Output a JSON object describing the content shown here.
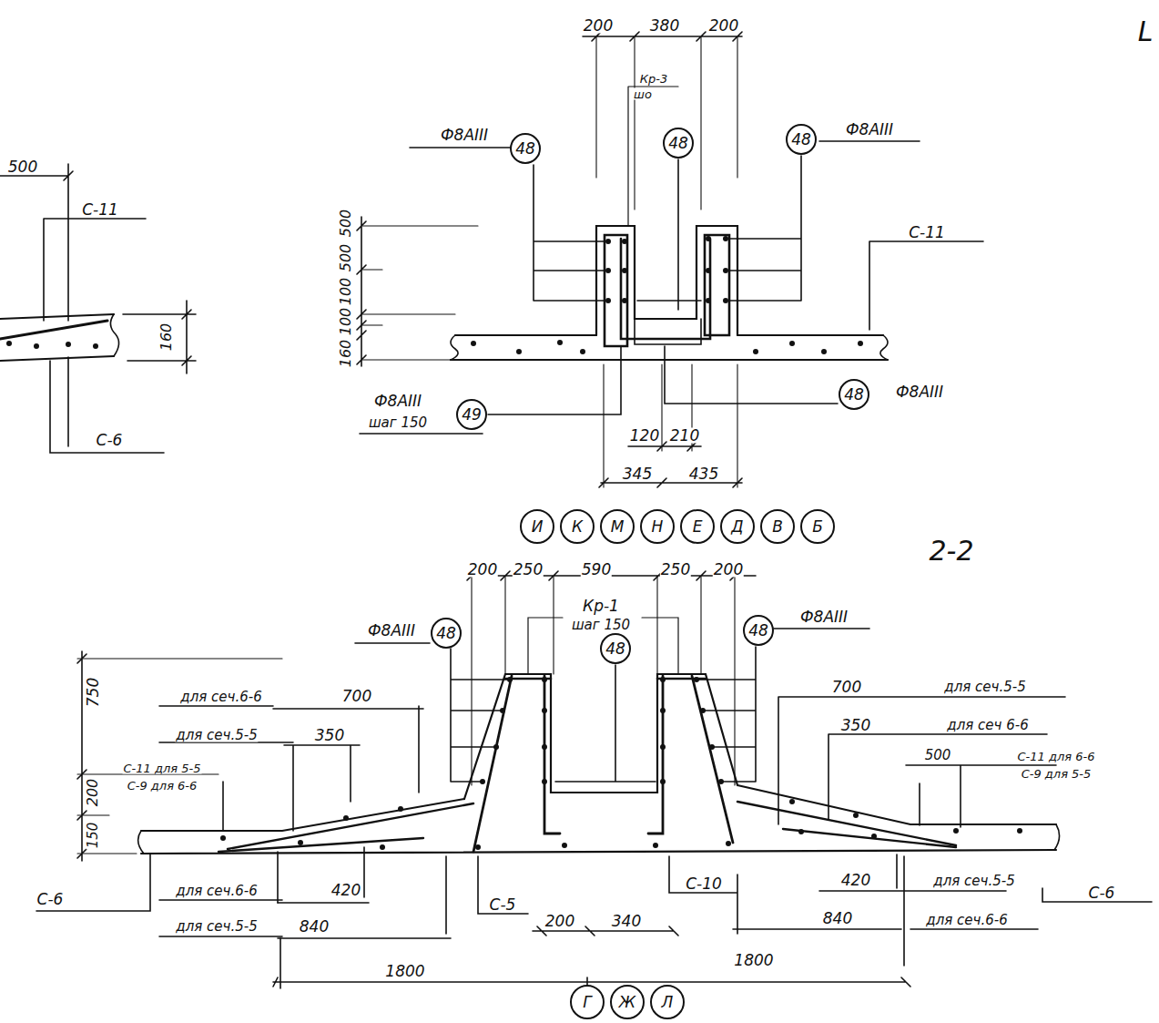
{
  "diagram": {
    "nodes": [
      {
        "text": [
          "48"
        ]
      },
      {
        "text": [
          "48"
        ]
      },
      {
        "text": [
          "48"
        ]
      },
      {
        "text": [
          "49"
        ]
      },
      {
        "text": [
          "48"
        ]
      },
      {
        "text": [
          "И"
        ]
      },
      {
        "text": [
          "К"
        ]
      },
      {
        "text": [
          "М"
        ]
      },
      {
        "text": [
          "Н"
        ]
      },
      {
        "text": [
          "Е"
        ]
      },
      {
        "text": [
          "Д"
        ]
      },
      {
        "text": [
          "В"
        ]
      },
      {
        "text": [
          "Б"
        ]
      },
      {
        "text": [
          "48"
        ]
      },
      {
        "text": [
          "48"
        ]
      },
      {
        "text": [
          "48"
        ]
      },
      {
        "text": [
          "Г"
        ]
      },
      {
        "text": [
          "Ж"
        ]
      },
      {
        "text": [
          "Л"
        ]
      }
    ],
    "labels": [
      "L",
      "500",
      "С-11",
      "160",
      "С-6",
      "200",
      "380",
      "200",
      "Кр-3",
      "шо",
      "Ф8АIII",
      "Ф8АIII",
      "С-11",
      "500",
      "500",
      "100",
      "100",
      "160",
      "Ф8АIII",
      "шаг 150",
      "Ф8АIII",
      "120",
      "210",
      "345",
      "435",
      "2-2",
      "200",
      "250",
      "590",
      "250",
      "200",
      "Кр-1",
      "шаг 150",
      "Ф8АIII",
      "Ф8АIII",
      "750",
      "200",
      "150",
      "для сеч.6-6",
      "700",
      "для сеч.5-5",
      "350",
      "С-11 для 5-5",
      "С-9 для 6-6",
      "С-6",
      "для сеч.6-6",
      "420",
      "для сеч.5-5",
      "840",
      "1800",
      "С-5",
      "200",
      "340",
      "С-10",
      "1800",
      "700",
      "для сеч.5-5",
      "350",
      "для сеч 6-6",
      "500",
      "С-11 для 6-6",
      "С-9 для 5-5",
      "420",
      "для сеч.5-5",
      "С-6",
      "840",
      "для сеч.6-6"
    ]
  }
}
